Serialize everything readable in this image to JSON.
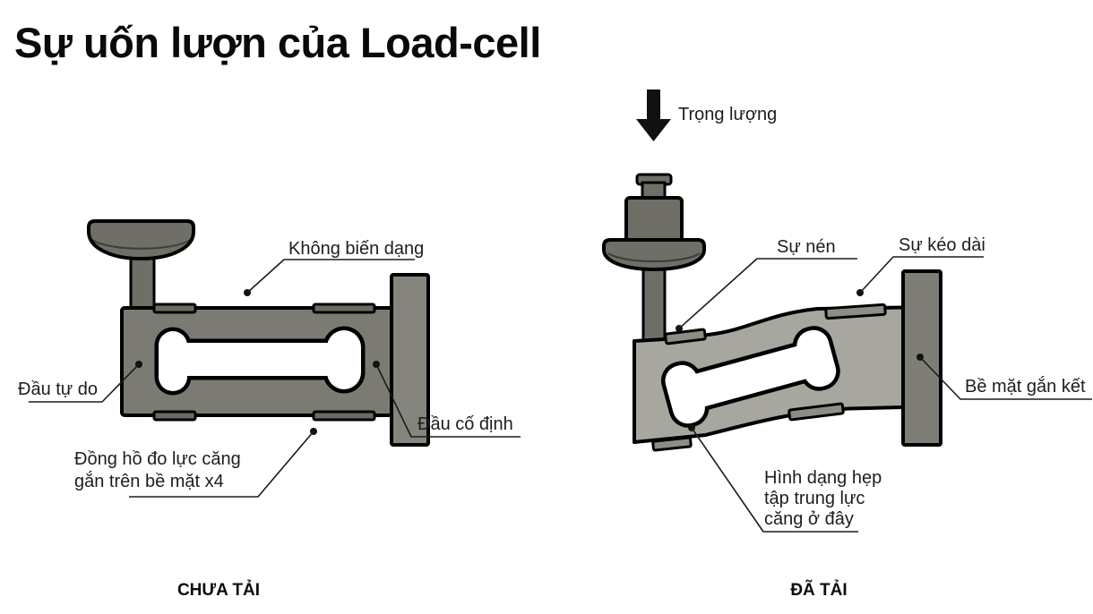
{
  "title": "Sự uốn lượn của Load-cell",
  "colors": {
    "background": "#FFFFFF",
    "outline": "#000000",
    "body_unloaded": "#7B7B73",
    "body_loaded": "#A7A79F",
    "plate_unloaded": "#85857D",
    "plate_loaded": "#7E7E77",
    "hardware": "#6F6F68",
    "tab_unloaded": "#6B6B64",
    "tab_loaded": "#8D8D85",
    "hole": "#FFFFFF",
    "arrow": "#111111",
    "label_text": "#1D1D1D"
  },
  "unloaded": {
    "caption": "CHƯA TẢI",
    "labels": {
      "no_deformation": "Không biến dạng",
      "free_end": "Đầu tự do",
      "strain_gauge_line1": "Đồng hồ đo lực căng",
      "strain_gauge_line2": "gắn trên bề mặt x4",
      "fixed_end": "Đầu cố định"
    }
  },
  "loaded": {
    "caption": "ĐÃ TẢI",
    "labels": {
      "weight": "Trọng lượng",
      "compression": "Sự nén",
      "tension": "Sự kéo dài",
      "mounting_surface": "Bề mặt gắn kết",
      "narrow_line1": "Hình dạng hẹp",
      "narrow_line2": "tập trung lực",
      "narrow_line3": "căng ở đây"
    }
  }
}
